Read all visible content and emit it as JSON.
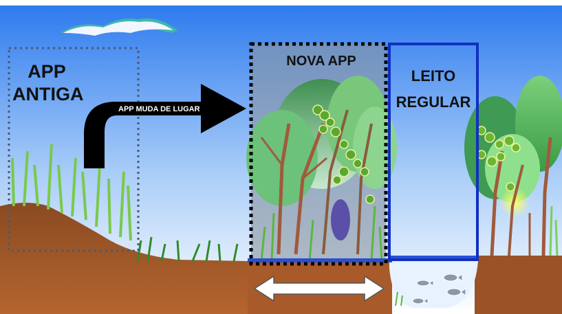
{
  "labels": {
    "app_antiga_line1": "APP",
    "app_antiga_line2": "ANTIGA",
    "nova_app": "NOVA APP",
    "leito_line1": "LEITO",
    "leito_line2": "REGULAR",
    "arrow_text": "APP MUDA DE LUGAR"
  },
  "colors": {
    "sky_top": "#1e6fe8",
    "sky_bottom": "#eef4ff",
    "soil": "#a0522d",
    "water": "#2b50d8",
    "channel_frame": "#1030c0",
    "grass": "#4caf3a"
  }
}
